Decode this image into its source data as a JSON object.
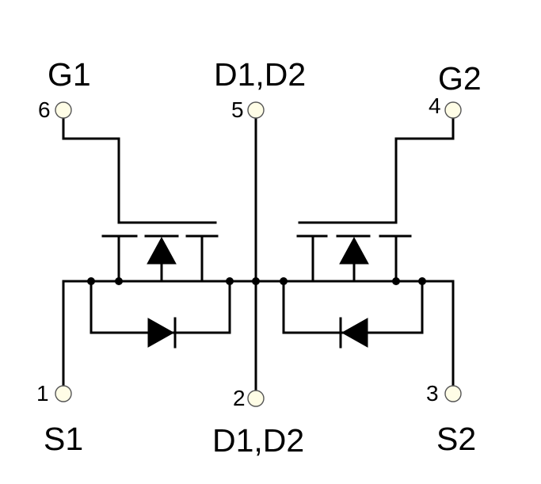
{
  "labels": {
    "g1": "G1",
    "d_top": "D1,D2",
    "g2": "G2",
    "s1": "S1",
    "d_bottom": "D1,D2",
    "s2": "S2"
  },
  "pins": {
    "p6": "6",
    "p5": "5",
    "p4": "4",
    "p1": "1",
    "p2": "2",
    "p3": "3"
  }
}
